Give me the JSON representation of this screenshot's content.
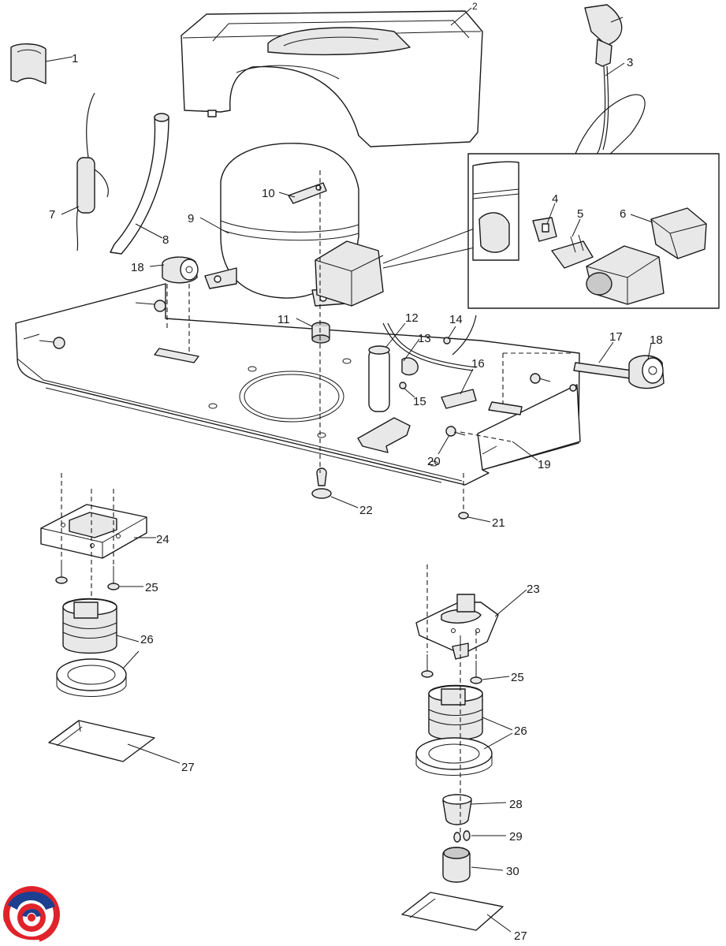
{
  "callouts": {
    "c1": "1",
    "c2": "2",
    "c3": "3",
    "c4": "4",
    "c5": "5",
    "c6": "6",
    "c7": "7",
    "c8": "8",
    "c9": "9",
    "c10": "10",
    "c11": "11",
    "c12": "12",
    "c13": "13",
    "c14": "14",
    "c15": "15",
    "c16": "16",
    "c17": "17",
    "c18a": "18",
    "c18b": "18",
    "c19": "19",
    "c20": "20",
    "c21": "21",
    "c22": "22",
    "c23": "23",
    "c24": "24",
    "c25a": "25",
    "c25b": "25",
    "c26a": "26",
    "c26b": "26",
    "c27a": "27",
    "c27b": "27",
    "c28": "28",
    "c29": "29",
    "c30": "30"
  },
  "colors": {
    "logo_red": "#e0232b",
    "logo_blue": "#1d3f8f"
  },
  "logo": {
    "icon": "brand-swirl-logo"
  }
}
